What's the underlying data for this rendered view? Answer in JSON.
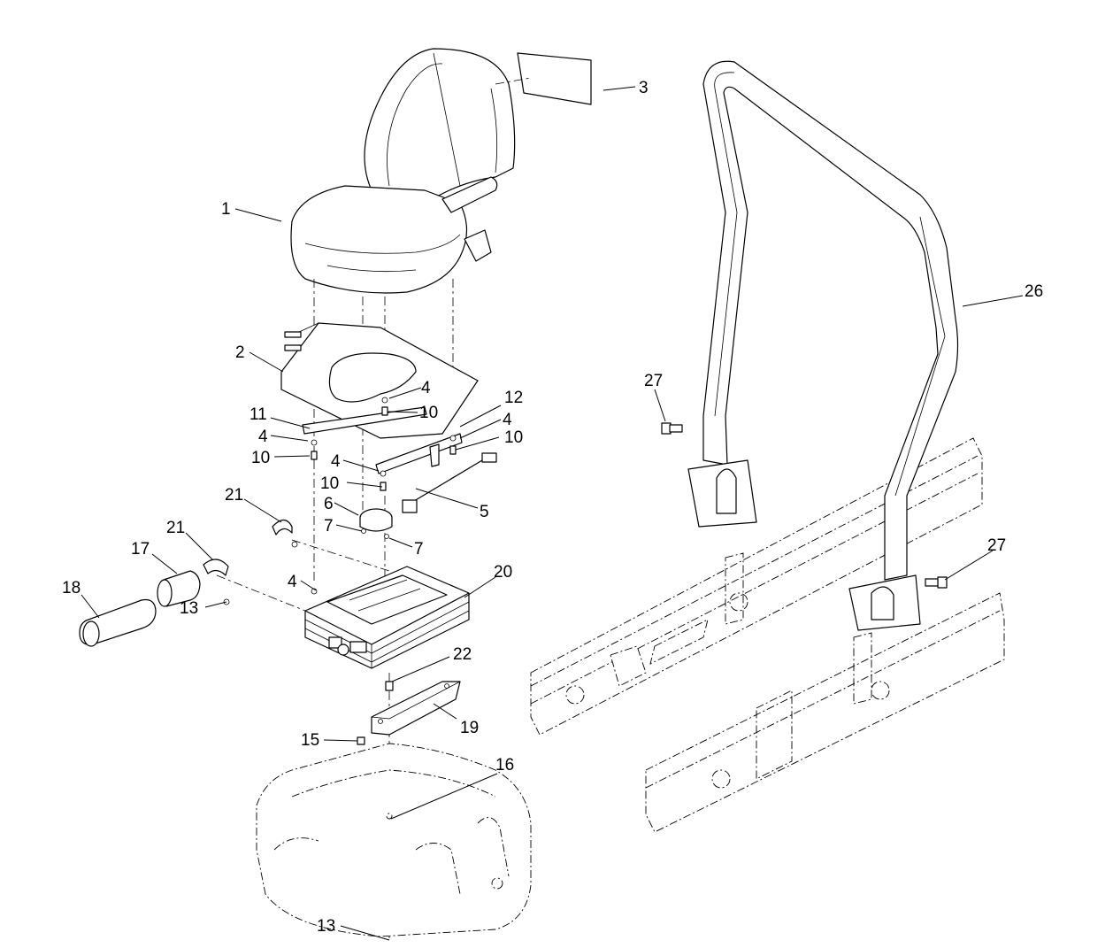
{
  "diagram": {
    "type": "exploded-parts-view",
    "callouts": [
      {
        "id": "c1",
        "label": "1"
      },
      {
        "id": "c2",
        "label": "2"
      },
      {
        "id": "c3",
        "label": "3"
      },
      {
        "id": "c4a",
        "label": "4"
      },
      {
        "id": "c4b",
        "label": "4"
      },
      {
        "id": "c4c",
        "label": "4"
      },
      {
        "id": "c4d",
        "label": "4"
      },
      {
        "id": "c4e",
        "label": "4"
      },
      {
        "id": "c5",
        "label": "5"
      },
      {
        "id": "c6",
        "label": "6"
      },
      {
        "id": "c7a",
        "label": "7"
      },
      {
        "id": "c7b",
        "label": "7"
      },
      {
        "id": "c10a",
        "label": "10"
      },
      {
        "id": "c10b",
        "label": "10"
      },
      {
        "id": "c10c",
        "label": "10"
      },
      {
        "id": "c10d",
        "label": "10"
      },
      {
        "id": "c11",
        "label": "11"
      },
      {
        "id": "c12",
        "label": "12"
      },
      {
        "id": "c13a",
        "label": "13"
      },
      {
        "id": "c13b",
        "label": "13"
      },
      {
        "id": "c15",
        "label": "15"
      },
      {
        "id": "c16",
        "label": "16"
      },
      {
        "id": "c17",
        "label": "17"
      },
      {
        "id": "c18",
        "label": "18"
      },
      {
        "id": "c19",
        "label": "19"
      },
      {
        "id": "c20",
        "label": "20"
      },
      {
        "id": "c21a",
        "label": "21"
      },
      {
        "id": "c21b",
        "label": "21"
      },
      {
        "id": "c22",
        "label": "22"
      },
      {
        "id": "c26",
        "label": "26"
      },
      {
        "id": "c27a",
        "label": "27"
      },
      {
        "id": "c27b",
        "label": "27"
      }
    ]
  }
}
